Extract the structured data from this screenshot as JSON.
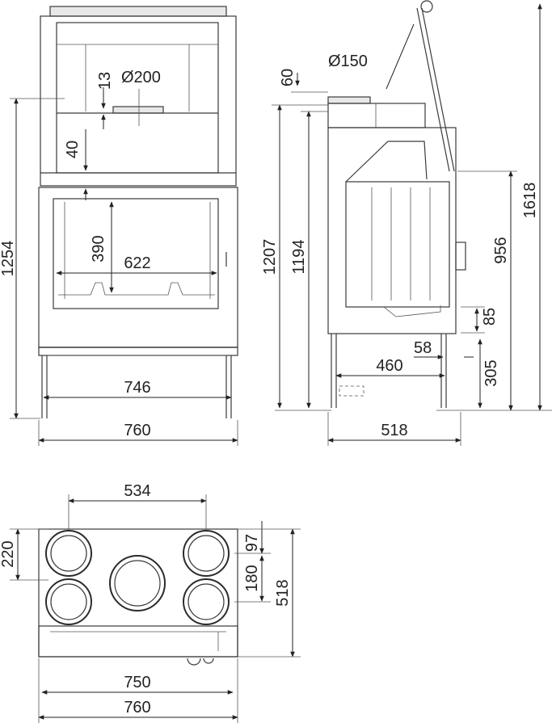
{
  "diagram": {
    "front_view": {
      "flue_diameter": "Ø200",
      "dim_13": "13",
      "dim_40": "40",
      "dim_390": "390",
      "dim_622": "622",
      "dim_1254": "1254",
      "dim_746": "746",
      "dim_760": "760"
    },
    "side_view": {
      "flue_diameter": "Ø150",
      "dim_60": "60",
      "dim_1207": "1207",
      "dim_1194": "1194",
      "dim_1618": "1618",
      "dim_956": "956",
      "dim_85": "85",
      "dim_58": "58",
      "dim_460": "460",
      "dim_305": "305",
      "dim_518": "518"
    },
    "top_view": {
      "dim_534": "534",
      "dim_220": "220",
      "dim_97": "97",
      "dim_180": "180",
      "dim_518": "518",
      "dim_750": "750",
      "dim_760": "760"
    }
  }
}
